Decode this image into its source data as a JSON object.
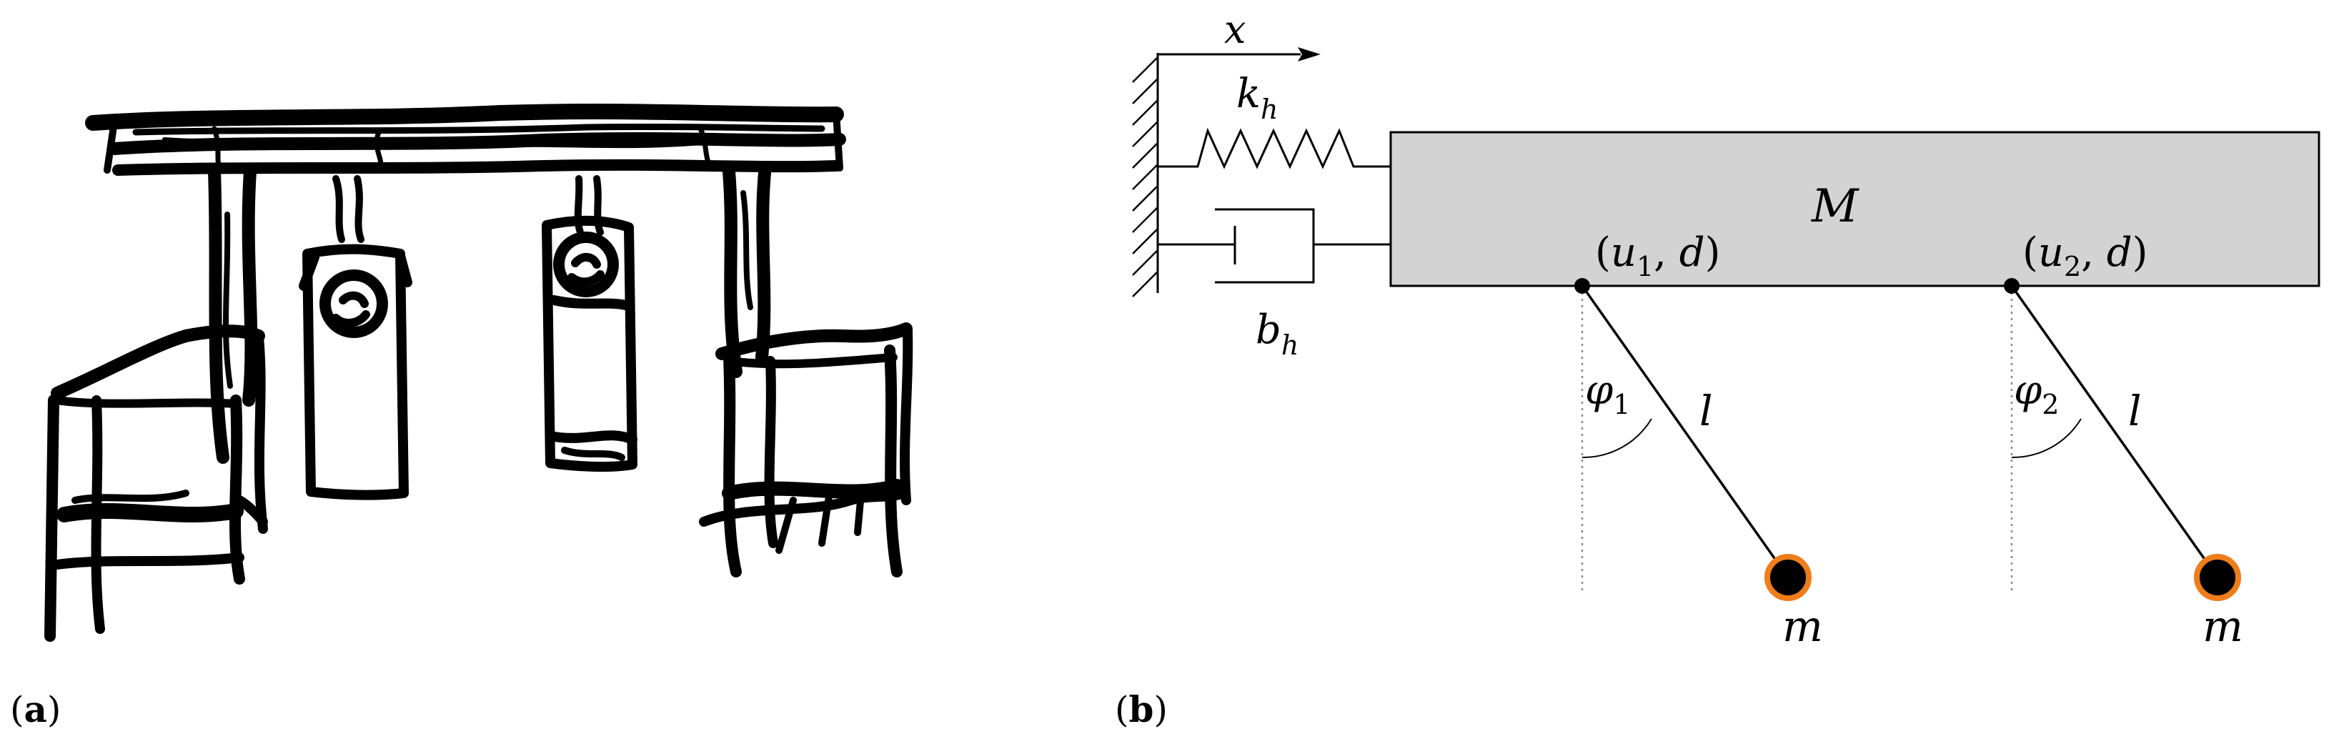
{
  "panels": {
    "a": {
      "label_open": "(",
      "label_letter": "a",
      "label_close": ")"
    },
    "b": {
      "label_open": "(",
      "label_letter": "b",
      "label_close": ")",
      "axis_x": "x",
      "spring": {
        "symbol": "k",
        "subscript": "h"
      },
      "damper": {
        "symbol": "b",
        "subscript": "h"
      },
      "mass_block": "M",
      "pivot_1": {
        "open": "(",
        "var": "u",
        "sub": "1",
        "comma": ", ",
        "d": "d",
        "close": ")"
      },
      "pivot_2": {
        "open": "(",
        "var": "u",
        "sub": "2",
        "comma": ", ",
        "d": "d",
        "close": ")"
      },
      "angle_1": {
        "symbol": "φ",
        "sub": "1"
      },
      "angle_2": {
        "symbol": "φ",
        "sub": "2"
      },
      "rod_1_label": "l",
      "rod_2_label": "l",
      "bob_1_label": "m",
      "bob_2_label": "m"
    }
  },
  "colors": {
    "block_fill": "#d3d3d3",
    "bob_fill": "#000000",
    "bob_ring": "#ef7d1a",
    "ink": "#000000"
  }
}
